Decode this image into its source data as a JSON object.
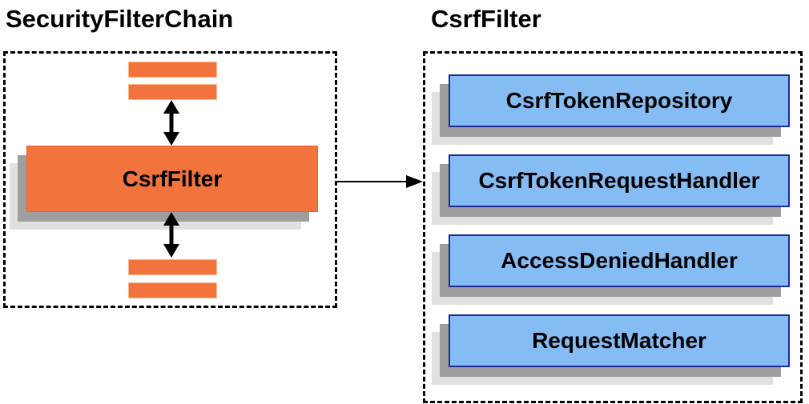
{
  "left_panel": {
    "title": "SecurityFilterChain",
    "filter_label": "CsrfFilter"
  },
  "right_panel": {
    "title": "CsrfFilter",
    "components": [
      "CsrfTokenRepository",
      "CsrfTokenRequestHandler",
      "AccessDeniedHandler",
      "RequestMatcher"
    ]
  },
  "colors": {
    "orange_fill": "#F2743C",
    "blue_fill": "#85BCF4",
    "blue_border": "#1B2A94",
    "shadow_dark": "#9E9E9E",
    "shadow_light": "#E0E0E0",
    "outline": "#000000"
  }
}
